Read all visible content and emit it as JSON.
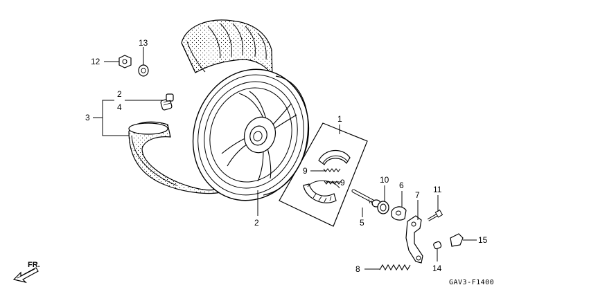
{
  "callouts": {
    "c1": "1",
    "c2a": "2",
    "c2b": "2",
    "c3": "3",
    "c4": "4",
    "c5": "5",
    "c6": "6",
    "c7": "7",
    "c8": "8",
    "c9a": "9",
    "c9b": "9",
    "c10": "10",
    "c11": "11",
    "c12": "12",
    "c13": "13",
    "c14": "14",
    "c15": "15"
  },
  "direction_label": "FR.",
  "diagram_code": "GAV3-F1400"
}
